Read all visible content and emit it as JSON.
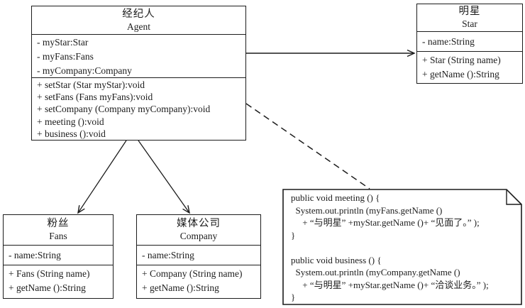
{
  "colors": {
    "line": "#1c1c1c",
    "background": "#ffffff"
  },
  "classes": {
    "agent": {
      "name_zh": "经纪人",
      "name_en": "Agent",
      "attributes": [
        "- myStar:Star",
        "- myFans:Fans",
        "- myCompany:Company"
      ],
      "methods": [
        "+ setStar (Star myStar):void",
        "+ setFans (Fans myFans):void",
        "+ setCompany (Company myCompany):void",
        "+ meeting ():void",
        "+ business ():void"
      ]
    },
    "star": {
      "name_zh": "明星",
      "name_en": "Star",
      "attributes": [
        "- name:String"
      ],
      "methods": [
        "+ Star (String name)",
        "+ getName ():String"
      ]
    },
    "fans": {
      "name_zh": "粉丝",
      "name_en": "Fans",
      "attributes": [
        "- name:String"
      ],
      "methods": [
        "+ Fans (String name)",
        "+ getName ():String"
      ]
    },
    "company": {
      "name_zh": "媒体公司",
      "name_en": "Company",
      "attributes": [
        "- name:String"
      ],
      "methods": [
        "+ Company (String name)",
        "+ getName ():String"
      ]
    }
  },
  "note": {
    "code_lines": [
      "public void meeting () {",
      "  System.out.println (myFans.getName ()",
      "     + “与明星” +myStar.getName ()+ “见面了。” );",
      "}",
      "",
      "public void business () {",
      "  System.out.println (myCompany.getName ()",
      "     + “与明星” +myStar.getName ()+ “洽谈业务。” );",
      "}"
    ]
  },
  "relationships": [
    {
      "from": "Agent",
      "to": "Star",
      "type": "directed-association"
    },
    {
      "from": "Agent",
      "to": "Fans",
      "type": "directed-association"
    },
    {
      "from": "Agent",
      "to": "Company",
      "type": "directed-association"
    },
    {
      "from": "Agent",
      "to": "code-note",
      "type": "dashed-anchor"
    }
  ]
}
